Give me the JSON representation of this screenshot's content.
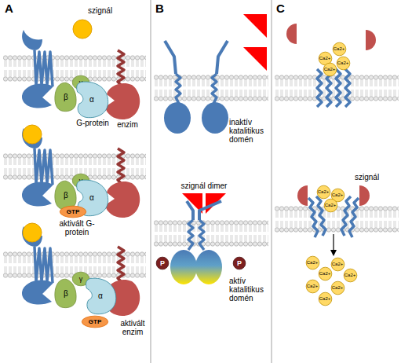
{
  "diagram": {
    "nodes": [
      {
        "text": [
          "γ"
        ]
      },
      {
        "text": [
          "β"
        ]
      },
      {
        "text": [
          "α"
        ]
      },
      {
        "text": [
          "γ"
        ]
      },
      {
        "text": [
          "β"
        ]
      },
      {
        "text": [
          "α"
        ]
      },
      {
        "text": [
          "GTP"
        ]
      },
      {
        "text": [
          "γ"
        ]
      },
      {
        "text": [
          "β"
        ]
      },
      {
        "text": [
          "α"
        ]
      },
      {
        "text": [
          "GTP"
        ]
      },
      {
        "text": [
          "P"
        ]
      },
      {
        "text": [
          "P"
        ]
      },
      {
        "text": [
          "Ca2+"
        ]
      },
      {
        "text": [
          "Ca2+"
        ]
      },
      {
        "text": [
          "Ca2+"
        ]
      },
      {
        "text": [
          "Ca2+"
        ]
      },
      {
        "text": [
          "Ca2+"
        ]
      },
      {
        "text": [
          "Ca2+"
        ]
      },
      {
        "text": [
          "Ca2+"
        ]
      },
      {
        "text": [
          "Ca2+"
        ]
      },
      {
        "text": [
          "Ca2+"
        ]
      },
      {
        "text": [
          "Ca2+"
        ]
      },
      {
        "text": [
          "Ca2+"
        ]
      },
      {
        "text": [
          "Ca2+"
        ]
      },
      {
        "text": [
          "Ca2+"
        ]
      },
      {
        "text": [
          "Ca2+"
        ]
      }
    ],
    "labels": [
      "A",
      "szignál",
      "G-protein",
      "enzim",
      "aktivált G-protein",
      "aktivált enzim",
      "B",
      "inaktív katalitikus domén",
      "szignál dimer",
      "aktív katalitikus domén",
      "C",
      "szignál"
    ]
  }
}
